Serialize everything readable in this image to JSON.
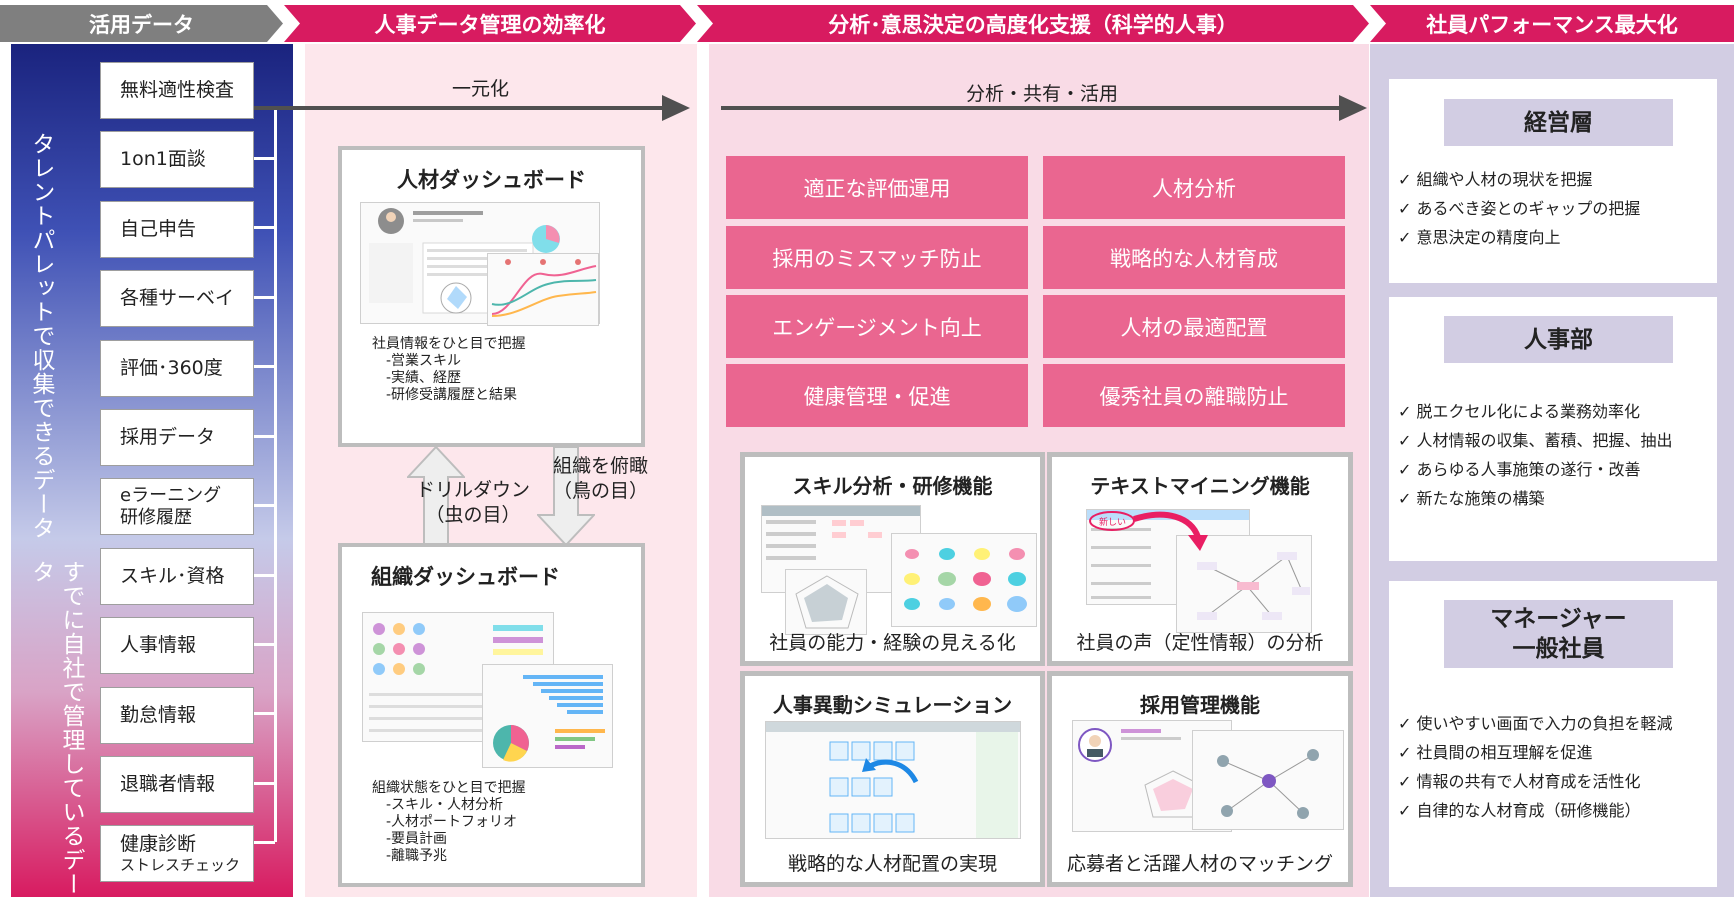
{
  "headers": {
    "col1": "活用データ",
    "col2": "人事データ管理の効率化",
    "col3": "分析･意思決定の高度化支援（科学的人事）",
    "col4": "社員パフォーマンス最大化"
  },
  "left_column": {
    "vertical_text_top": "タレントパレットで収集できるデータ",
    "vertical_text_bottom": "すでに自社で管理しているデータ",
    "items": [
      {
        "label": "無料適性検査",
        "sub": ""
      },
      {
        "label": "1on1面談",
        "sub": ""
      },
      {
        "label": "自己申告",
        "sub": ""
      },
      {
        "label": "各種サーベイ",
        "sub": ""
      },
      {
        "label": "評価･360度",
        "sub": ""
      },
      {
        "label": "採用データ",
        "sub": ""
      },
      {
        "label": "eラーニング",
        "sub": "研修履歴"
      },
      {
        "label": "スキル･資格",
        "sub": ""
      },
      {
        "label": "人事情報",
        "sub": ""
      },
      {
        "label": "勤怠情報",
        "sub": ""
      },
      {
        "label": "退職者情報",
        "sub": ""
      },
      {
        "label": "健康診断",
        "sub": "ストレスチェック"
      }
    ]
  },
  "middle": {
    "arrow_label": "一元化",
    "talent_dashboard": {
      "title": "人材ダッシュボード",
      "desc_head": "社員情報をひと目で把握",
      "desc_items": [
        "-営業スキル",
        "-実績、経歴",
        "-研修受講履歴と結果"
      ]
    },
    "drilldown_label": [
      "ドリルダウン",
      "（虫の目）"
    ],
    "overview_label": [
      "組織を俯瞰",
      "（鳥の目）"
    ],
    "org_dashboard": {
      "title": "組織ダッシュボード",
      "desc_head": "組織状態をひと目で把握",
      "desc_items": [
        "-スキル・人材分析",
        "-人材ポートフォリオ",
        "-要員計画",
        "-離職予兆"
      ]
    }
  },
  "analysis": {
    "arrow_label": "分析・共有・活用",
    "benefits": [
      "適正な評価運用",
      "人材分析",
      "採用のミスマッチ防止",
      "戦略的な人材育成",
      "エンゲージメント向上",
      "人材の最適配置",
      "健康管理・促進",
      "優秀社員の離職防止"
    ],
    "features": [
      {
        "title": "スキル分析・研修機能",
        "caption": "社員の能力・経験の見える化"
      },
      {
        "title": "テキストマイニング機能",
        "caption": "社員の声（定性情報）の分析"
      },
      {
        "title": "人事異動シミュレーション",
        "caption": "戦略的な人材配置の実現"
      },
      {
        "title": "採用管理機能",
        "caption": "応募者と活躍人材のマッチング"
      }
    ],
    "text_mining_tag": "新しい"
  },
  "outcomes": {
    "panels": [
      {
        "title": "経営層",
        "items": [
          "✓ 組織や人材の現状を把握",
          "✓ あるべき姿とのギャップの把握",
          "✓ 意思決定の精度向上"
        ]
      },
      {
        "title": "人事部",
        "items": [
          "✓ 脱エクセル化による業務効率化",
          "✓ 人材情報の収集、蓄積、把握、抽出",
          "✓ あらゆる人事施策の遂行・改善",
          "✓ 新たな施策の構築"
        ]
      },
      {
        "title_line1": "マネージャー",
        "title_line2": "一般社員",
        "items": [
          "✓ 使いやすい画面で入力の負担を軽減",
          "✓ 社員間の相互理解を促進",
          "✓ 情報の共有で人材育成を活性化",
          "✓ 自律的な人材育成（研修機能）"
        ]
      }
    ]
  },
  "colors": {
    "header_gray": "#7f7f7f",
    "header_pink": "#d81b60",
    "benefit_pink": "#ea6690",
    "outcome_lavender": "#d2cde3"
  }
}
